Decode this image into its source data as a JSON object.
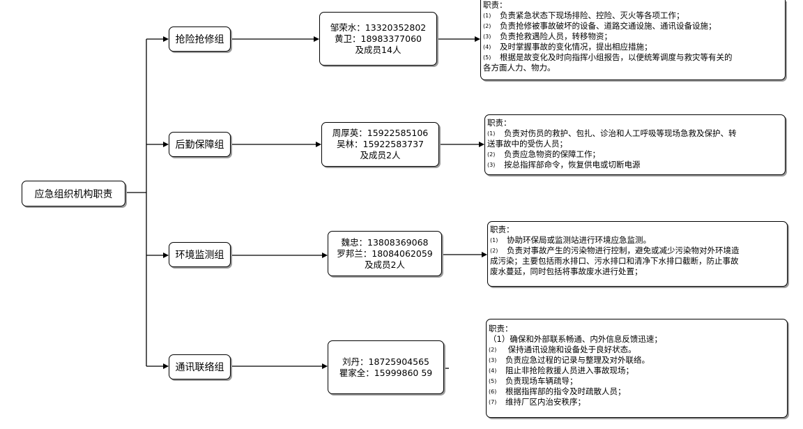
{
  "root": {
    "label": "应急组织机构职责"
  },
  "groups": [
    {
      "label": "抢险抢修组",
      "contacts": [
        "邹荣水：13320352802",
        "黄卫：18983377060",
        "及成员14人"
      ],
      "resp_title": "职责：",
      "resp_lines": [
        {
          "num": "(1)",
          "text": "负责紧急状态下现场排险、控险、灭火等各项工作；"
        },
        {
          "num": "(2)",
          "text": "负责抢修被事故破坏的设备、道路交通设施、通讯设备设施；"
        },
        {
          "num": "(3)",
          "text": "负责抢救遇险人员，转移物资；"
        },
        {
          "num": "(4)",
          "text": "及时掌握事故的变化情况，提出相应措施；"
        },
        {
          "num": "(5)",
          "text": "根据是故变化及时向指挥小组报告，以便统筹调度与救灾等有关的"
        },
        {
          "num": "",
          "text": "各方面人力、物力。"
        }
      ]
    },
    {
      "label": "后勤保障组",
      "contacts": [
        "周厚英：15922585106",
        "吴林：15922583737",
        "及成员2人"
      ],
      "resp_title": "职责：",
      "resp_lines": [
        {
          "num": "(1)",
          "text": "负责对伤员的救护、包扎、诊治和人工呼吸等现场急救及保护、转"
        },
        {
          "num": "",
          "text": "送事故中的受伤人员；"
        },
        {
          "num": "(2)",
          "text": "负责应急物资的保障工作；"
        },
        {
          "num": "(3)",
          "text": "按总指挥部命令，恢复供电或切断电源"
        }
      ]
    },
    {
      "label": "环境监测组",
      "contacts": [
        "魏忠：13808369068",
        "罗邦兰：18084062059",
        "及成员2人"
      ],
      "resp_title": "职责：",
      "resp_lines": [
        {
          "num": "(1)",
          "text": "协助环保局或监测站进行环境应急监测。"
        },
        {
          "num": "(2)",
          "text": "负责对事故产生的污染物进行控制，避免或减少污染物对外环境造"
        },
        {
          "num": "",
          "text": "成污染；主要包括雨水排口、污水排口和清净下水排口截断，防止事故"
        },
        {
          "num": "",
          "text": "废水蔓延，同时包括将事故废水进行处置；"
        }
      ]
    },
    {
      "label": "通讯联络组",
      "contacts": [
        "刘丹：18725904565",
        "瞿家全：15999860 59"
      ],
      "resp_title": "职责：",
      "resp_lines": [
        {
          "num": "",
          "text": "（1）确保和外部联系畅通、内外信息反馈迅速；"
        },
        {
          "num": "(2)",
          "text": " 保持通讯设施和设备处于良好状态。"
        },
        {
          "num": "(3)",
          "text": "负责应急过程的记录与整理及对外联络。"
        },
        {
          "num": "(4)",
          "text": "阻止非抢险救援人员进入事故现场；"
        },
        {
          "num": "(5)",
          "text": "负责现场车辆疏导；"
        },
        {
          "num": "(6)",
          "text": "根据指挥部的指令及时疏散人员；"
        },
        {
          "num": "(7)",
          "text": "维持厂区内治安秩序；"
        }
      ]
    }
  ]
}
